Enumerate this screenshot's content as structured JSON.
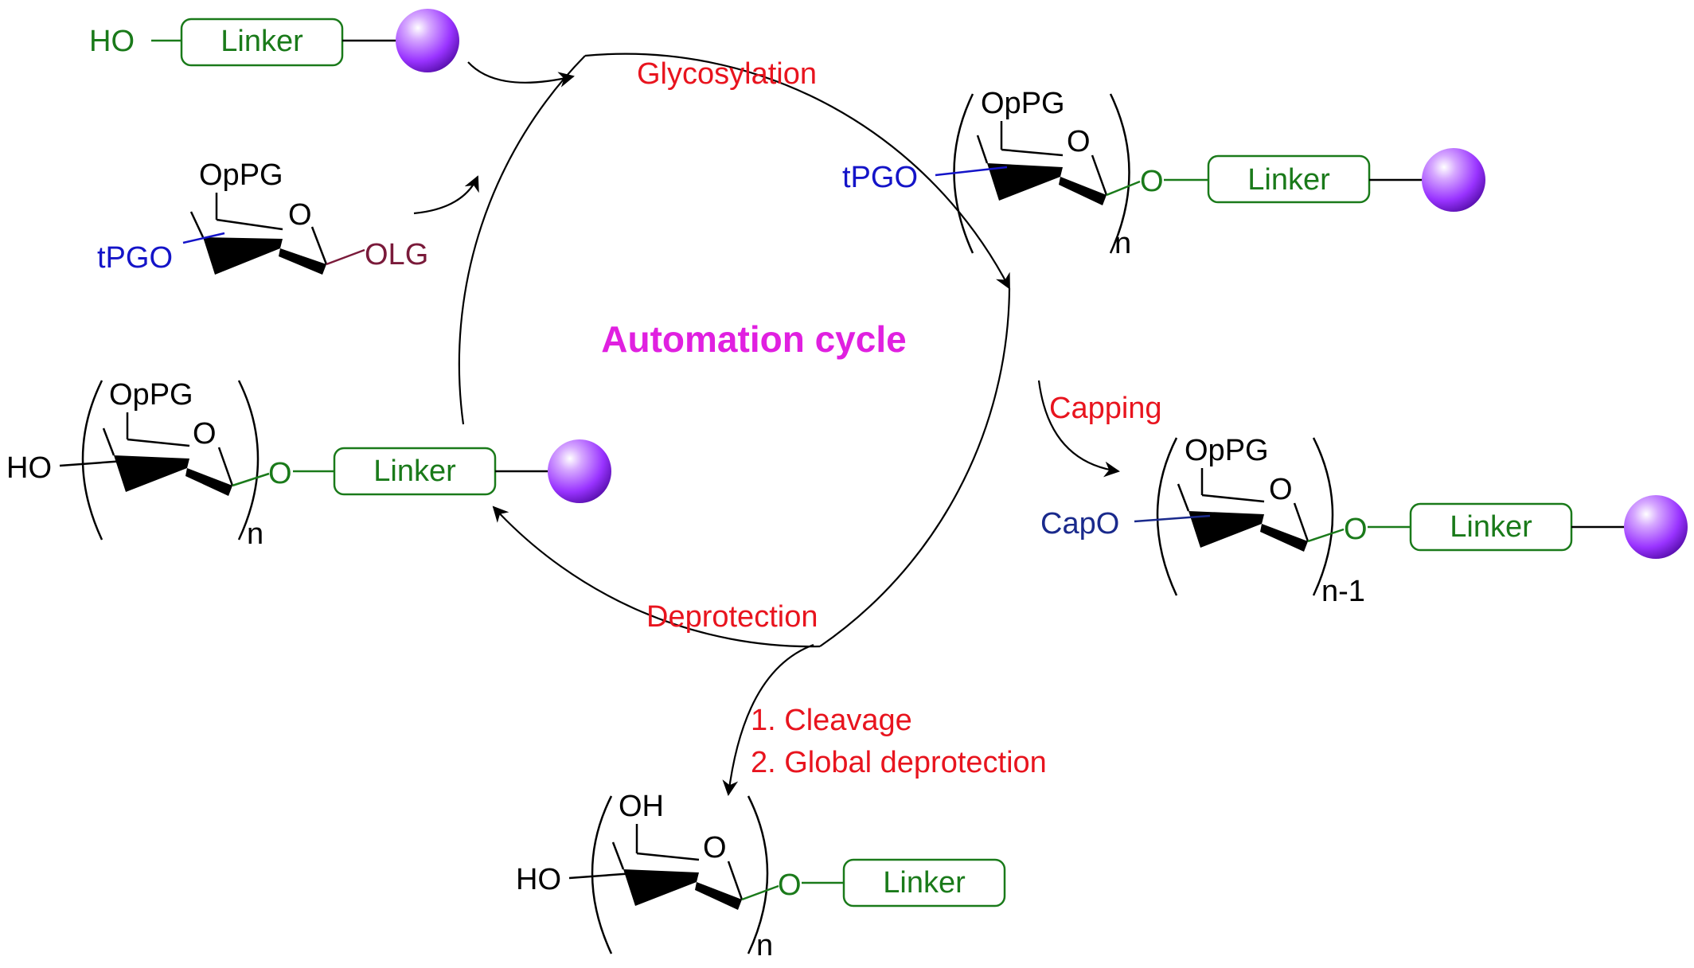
{
  "colors": {
    "red_label": "#e8141e",
    "green": "#1a7a1a",
    "blue": "#1414c8",
    "navy": "#1a2a8c",
    "maroon": "#7a1a3a",
    "magenta": "#e020e0",
    "bead": "#9933ff"
  },
  "cycle": {
    "title": "Automation cycle",
    "steps": {
      "glycosylation": "Glycosylation",
      "capping": "Capping",
      "deprotection": "Deprotection",
      "cleavage_1": "1. Cleavage",
      "cleavage_2": "2. Global deprotection"
    }
  },
  "structures": {
    "start_resin": {
      "ho": "HO",
      "linker": "Linker"
    },
    "donor": {
      "top": "OpPG",
      "ring_o": "O",
      "temp_pg": "tPGO",
      "leaving_group": "OLG"
    },
    "glycosylated": {
      "top": "OpPG",
      "ring_o": "O",
      "temp_pg": "tPGO",
      "link_o": "O",
      "linker": "Linker",
      "n": "n"
    },
    "deprotected": {
      "top": "OpPG",
      "ring_o": "O",
      "ho": "HO",
      "link_o": "O",
      "linker": "Linker",
      "n": "n"
    },
    "capped": {
      "top": "OpPG",
      "ring_o": "O",
      "cap": "CapO",
      "link_o": "O",
      "linker": "Linker",
      "n": "n-1"
    },
    "product": {
      "top": "OH",
      "ring_o": "O",
      "ho": "HO",
      "link_o": "O",
      "linker": "Linker",
      "n": "n"
    }
  }
}
